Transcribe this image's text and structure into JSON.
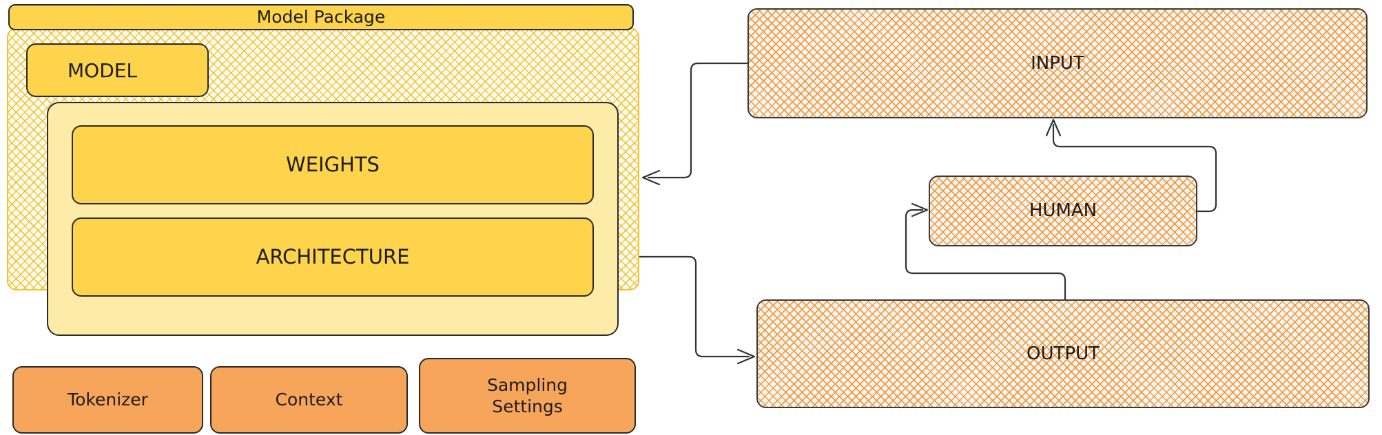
{
  "diagram": {
    "title": "Model Package",
    "package": {
      "title_label": "Model Package",
      "model_tab_label": "MODEL",
      "inner_boxes": [
        {
          "label": "WEIGHTS"
        },
        {
          "label": "ARCHITECTURE"
        }
      ],
      "bottom_boxes": [
        {
          "label": "Tokenizer"
        },
        {
          "label": "Context"
        },
        {
          "label": "Sampling\nSettings",
          "line1": "Sampling",
          "line2": "Settings"
        }
      ]
    },
    "flow_nodes": [
      {
        "id": "input",
        "label": "INPUT"
      },
      {
        "id": "human",
        "label": "HUMAN"
      },
      {
        "id": "output",
        "label": "OUTPUT"
      }
    ],
    "edges": [
      {
        "from": "input",
        "to": "model-package",
        "direction": "left"
      },
      {
        "from": "model-package",
        "to": "output",
        "direction": "right"
      },
      {
        "from": "output",
        "to": "human",
        "direction": "right"
      },
      {
        "from": "human",
        "to": "input",
        "direction": "up"
      }
    ],
    "colors": {
      "title_bar": "#fdd44b",
      "model_tab": "#fdd44b",
      "inner_container": "#fdeca8",
      "yellow_box": "#fdd44b",
      "orange_box": "#f8a55c",
      "hatch_yellow": "#f3bb21",
      "hatch_orange": "#f39637",
      "stroke": "#2a2a2a",
      "background": "#ffffff"
    }
  }
}
